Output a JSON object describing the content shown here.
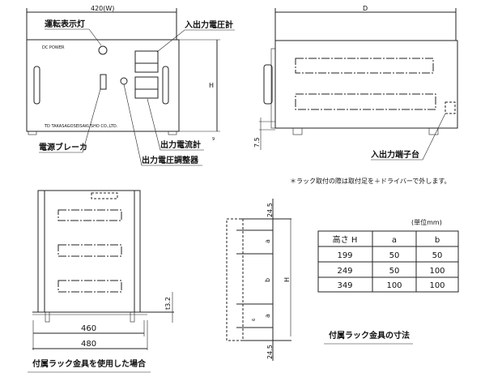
{
  "front_view": {
    "width_dim": "420(W)",
    "height_dim": "H",
    "foot_dim": "9",
    "panel_text": "DC POWER",
    "maker_text": "TD TAKASAGOSEISAKUSHO CO.,LTD.",
    "callouts": {
      "lamp": "運転表示灯",
      "voltmeter": "入出力電圧計",
      "breaker": "電源ブレーカ",
      "ammeter": "出力電流計",
      "adjuster": "出力電圧調整器"
    }
  },
  "side_view": {
    "depth_dim": "D",
    "foot_dim": "7.5",
    "terminal_callout": "入出力端子台",
    "note": "＊ラック取付の際は取付足を＋ドライバーで外します。"
  },
  "rack_view": {
    "inner_width": "460",
    "outer_width": "480",
    "thickness": "t3.2",
    "caption": "付属ラック金具を使用した場合"
  },
  "bracket": {
    "top_margin": "24.5",
    "bottom_margin": "24.5",
    "a_label": "a",
    "b_label": "b",
    "h_label": "H",
    "hole_dim": "6",
    "caption": "付属ラック金具の寸法"
  },
  "table": {
    "unit": "(単位mm)",
    "headers": [
      "高さ H",
      "a",
      "b"
    ],
    "rows": [
      [
        "199",
        "50",
        "50"
      ],
      [
        "249",
        "50",
        "100"
      ],
      [
        "349",
        "100",
        "100"
      ]
    ]
  }
}
